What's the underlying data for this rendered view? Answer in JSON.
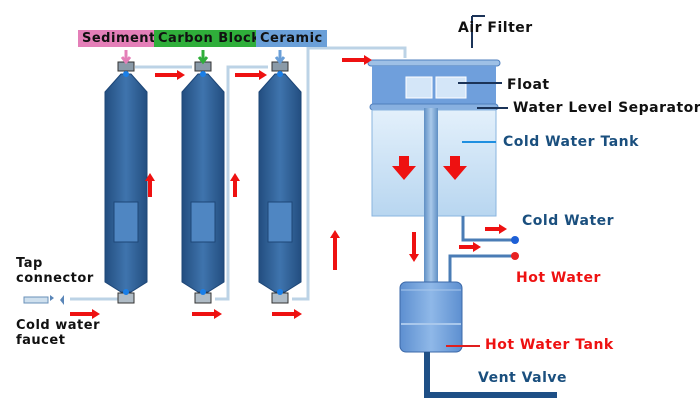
{
  "diagram": {
    "title_tags": {
      "sediment": "Sediment",
      "carbon_block": "Carbon Block",
      "ceramic": "Ceramic"
    },
    "labels": {
      "air_filter": "Air Filter",
      "float": "Float",
      "water_level_separator": "Water Level Separator",
      "cold_water_tank": "Cold Water Tank",
      "cold_water": "Cold Water",
      "hot_water": "Hot Water",
      "hot_water_tank": "Hot Water Tank",
      "vent_valve": "Vent Valve",
      "tap_connector_line1": "Tap",
      "tap_connector_line2": "connector",
      "cold_water_faucet_line1": "Cold water",
      "cold_water_faucet_line2": "faucet"
    },
    "colors": {
      "sediment_tag": "#e47fb8",
      "carbon_tag": "#2fae3a",
      "ceramic_tag": "#6a9fd8",
      "filter_body": "#2e5f95",
      "tank_top": "#6f9fdc",
      "tank_cold": "#cfe3f5",
      "arrow_red": "#ee1111",
      "label_blue": "#1a4f7e"
    }
  }
}
